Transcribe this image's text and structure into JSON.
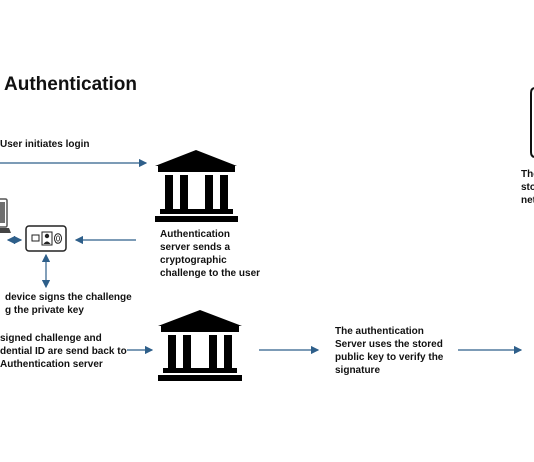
{
  "diagram": {
    "title": "Authentication",
    "steps": {
      "initiate": "User initiates login",
      "challenge": [
        "Authentication",
        "server sends a",
        "cryptographic",
        "challenge to the user"
      ],
      "sign": [
        "device signs the challenge",
        "g the private key"
      ],
      "send_back": [
        "signed challenge and",
        "dential ID are send back to",
        "Authentication server"
      ],
      "verify": [
        "The authentication",
        "Server uses the stored",
        "public key to verify the",
        "signature"
      ],
      "right_partial": [
        "The",
        "sto",
        "net"
      ]
    },
    "icons": {
      "server_top": "bank-server-icon",
      "server_bottom": "bank-server-icon",
      "laptop": "laptop-icon",
      "id_card": "id-card-icon",
      "phone": "phone-icon"
    },
    "colors": {
      "arrow": "#2e5f8a",
      "text": "#111111"
    }
  }
}
